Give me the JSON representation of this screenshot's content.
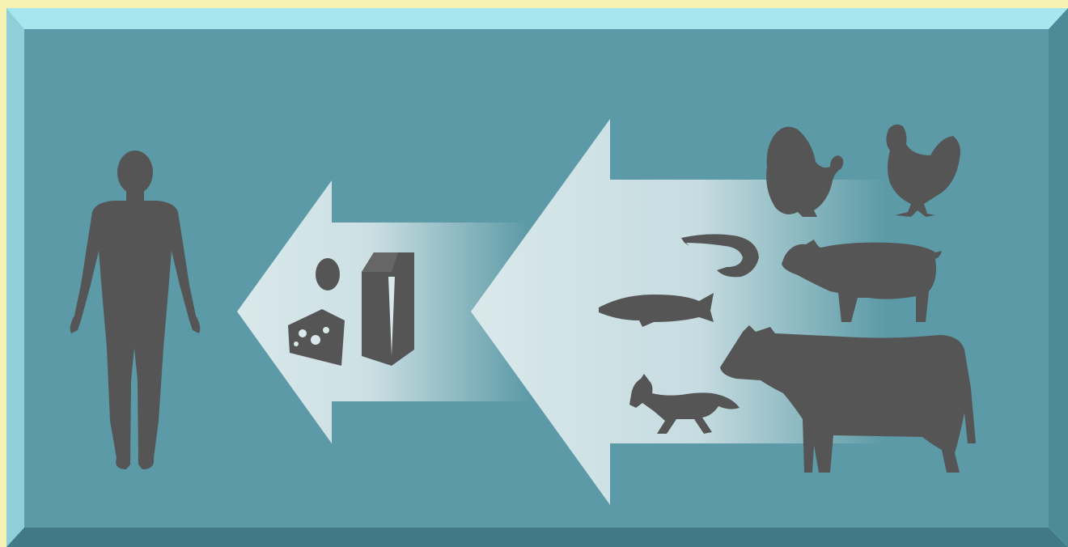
{
  "colors": {
    "outer_background": "#f6f2b4",
    "panel": "#5b9aa6",
    "panel_bevel_light": "#a8e6ef",
    "panel_bevel_dark": "#3f7a86",
    "arrow": "#d9e8eb",
    "silhouette": "#555555"
  },
  "diagram": {
    "flow_direction": "right-to-left",
    "stages": [
      {
        "name": "animal-sources",
        "icons": [
          "turkey-icon",
          "chicken-icon",
          "shrimp-icon",
          "pig-icon",
          "fish-icon",
          "cow-icon",
          "fox-icon"
        ]
      },
      {
        "name": "food-products",
        "icons": [
          "egg-icon",
          "milk-carton-icon",
          "cheese-icon"
        ]
      },
      {
        "name": "human",
        "icons": [
          "human-figure-icon"
        ]
      }
    ],
    "arrows": [
      "arrow-animals-to-food",
      "arrow-food-to-human"
    ]
  }
}
